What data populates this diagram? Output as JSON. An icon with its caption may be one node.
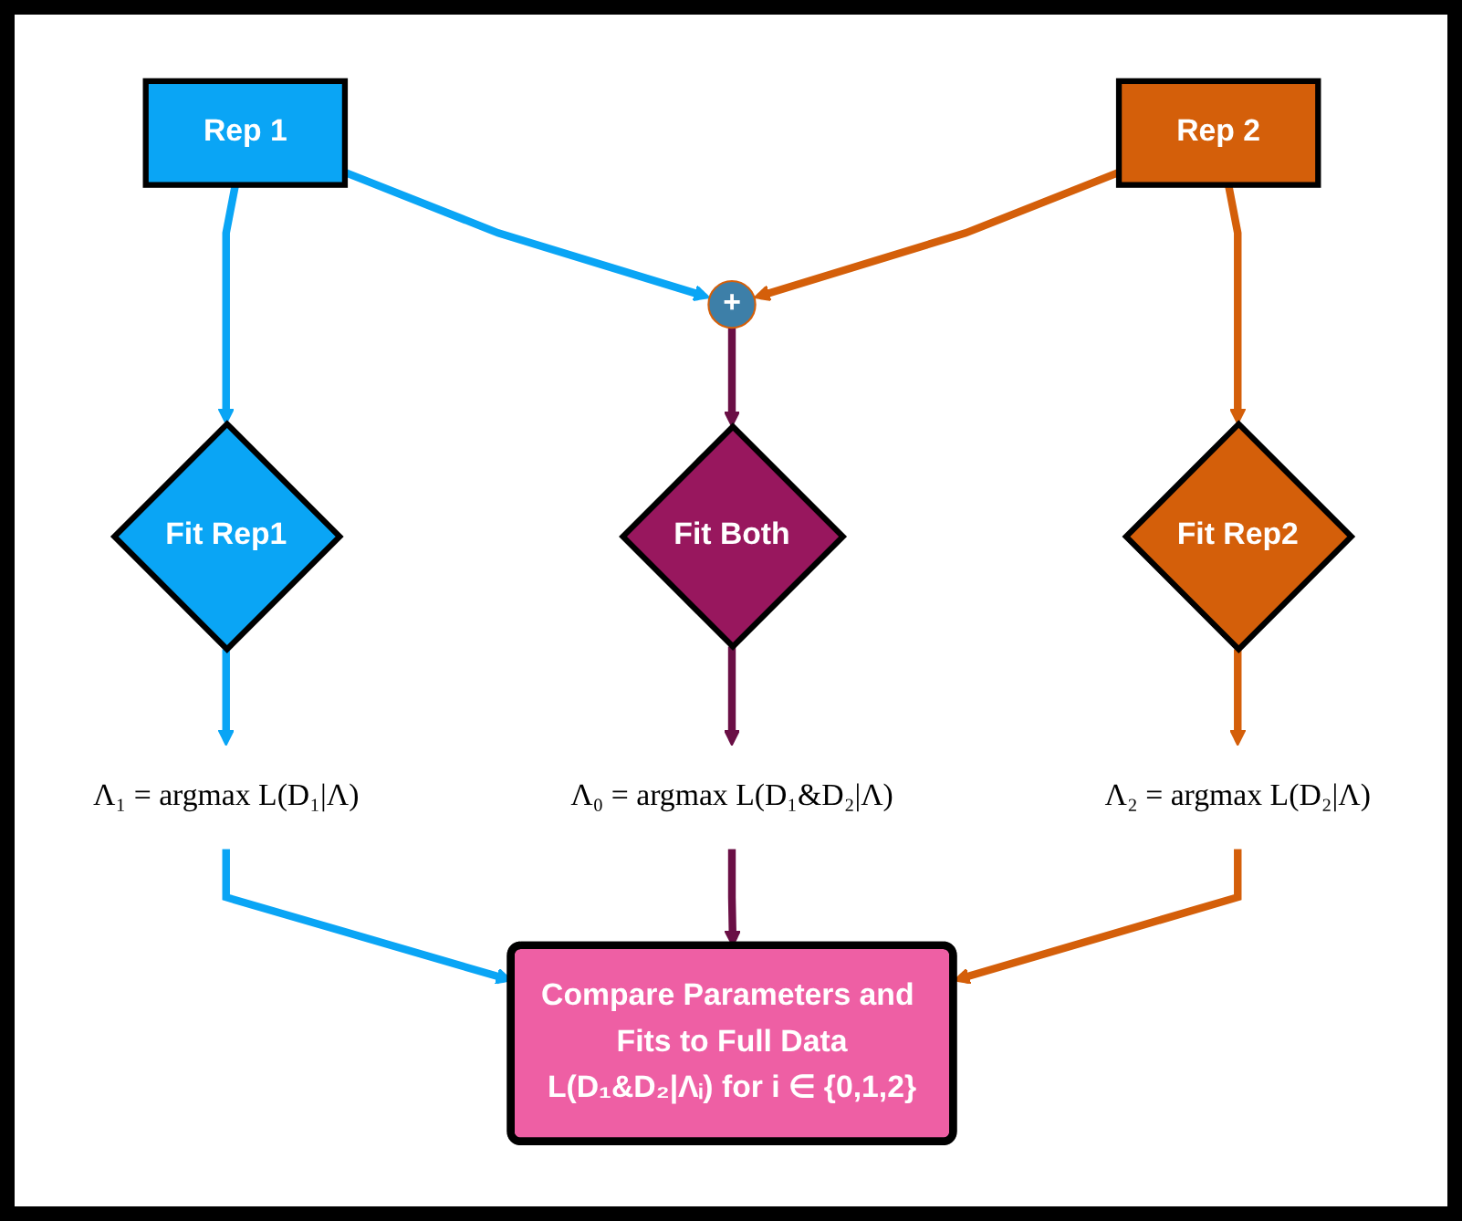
{
  "diagram": {
    "nodes": [
      {
        "text": [
          "Rep 1"
        ]
      },
      {
        "text": [
          "+"
        ]
      },
      {
        "text": [
          "Rep 2"
        ]
      },
      {
        "text": [
          "Fit Rep1"
        ]
      },
      {
        "text": [
          "Fit Both"
        ]
      },
      {
        "text": [
          "Fit Rep2"
        ]
      },
      {
        "text": [
          "Λ₁ = argmax L(D₁|Λ)"
        ]
      },
      {
        "text": [
          "Λ₀ = argmax L(D₁&D₂|Λ)"
        ]
      },
      {
        "text": [
          "Λ₂ = argmax L(D₂|Λ)"
        ]
      },
      {
        "text": [
          "Compare Parameters and Fits to Full Data",
          "L(D₁&D₂|Λᵢ) for i ∈ {0,1,2}"
        ]
      }
    ],
    "edges": [
      {
        "from": 0,
        "to": 1,
        "arrow": "to",
        "color": "#0aa5f5"
      },
      {
        "from": 2,
        "to": 1,
        "arrow": "to",
        "color": "#d45f0a"
      },
      {
        "from": 0,
        "to": 3,
        "arrow": "to",
        "color": "#0aa5f5"
      },
      {
        "from": 1,
        "to": 4,
        "arrow": "to",
        "color": "#6a0f45"
      },
      {
        "from": 2,
        "to": 5,
        "arrow": "to",
        "color": "#d45f0a"
      },
      {
        "from": 3,
        "to": 6,
        "arrow": "to",
        "color": "#0aa5f5"
      },
      {
        "from": 4,
        "to": 7,
        "arrow": "to",
        "color": "#6a0f45"
      },
      {
        "from": 5,
        "to": 8,
        "arrow": "to",
        "color": "#d45f0a"
      },
      {
        "from": 6,
        "to": 9,
        "arrow": "to",
        "color": "#0aa5f5"
      },
      {
        "from": 7,
        "to": 9,
        "arrow": "to",
        "color": "#6a0f45"
      },
      {
        "from": 8,
        "to": 9,
        "arrow": "to",
        "color": "#d45f0a"
      }
    ]
  }
}
